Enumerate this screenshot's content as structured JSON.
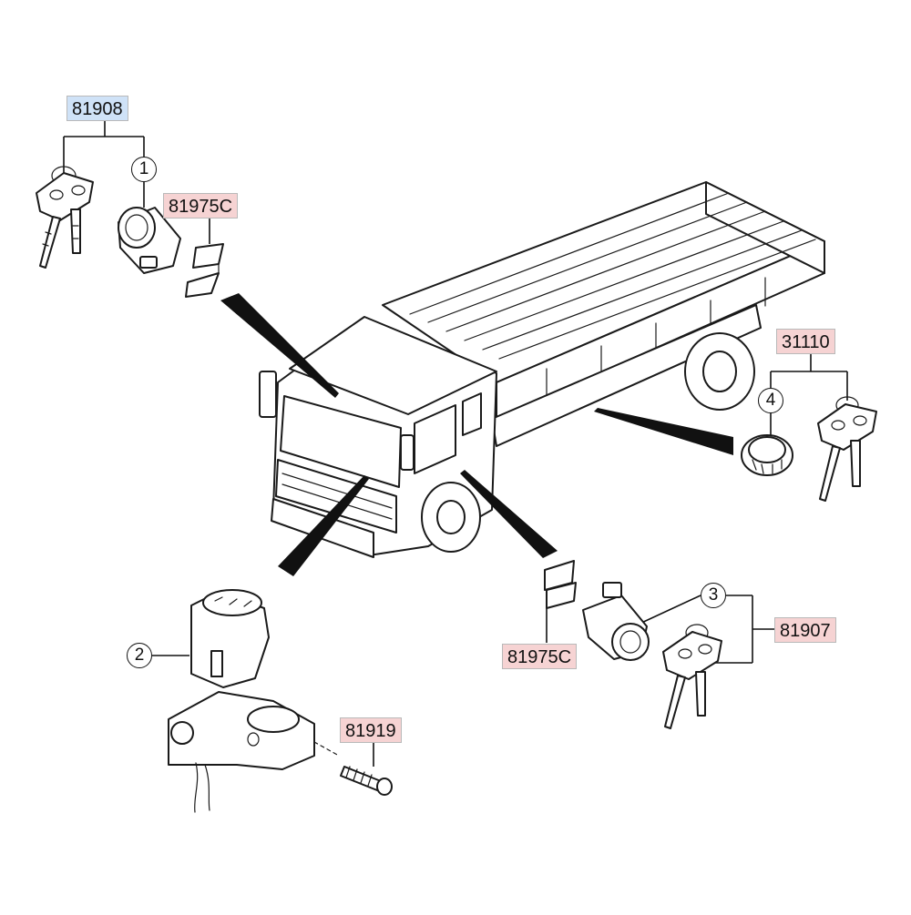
{
  "parts": {
    "key_set_front": {
      "number": "81908",
      "highlight": "#cfe2f7"
    },
    "retainer_front": {
      "number": "81975C",
      "highlight": "#f6d3d3"
    },
    "fuel_cap_set": {
      "number": "31110",
      "highlight": "#f6d3d3"
    },
    "retainer_rear": {
      "number": "81975C",
      "highlight": "#f6d3d3"
    },
    "door_lock_set": {
      "number": "81907",
      "highlight": "#f6d3d3"
    },
    "screw": {
      "number": "81919",
      "highlight": "#f6d3d3"
    }
  },
  "callouts": {
    "c1": "1",
    "c2": "2",
    "c3": "3",
    "c4": "4"
  },
  "colors": {
    "line": "#111111",
    "label_border": "#b9b9b9"
  }
}
